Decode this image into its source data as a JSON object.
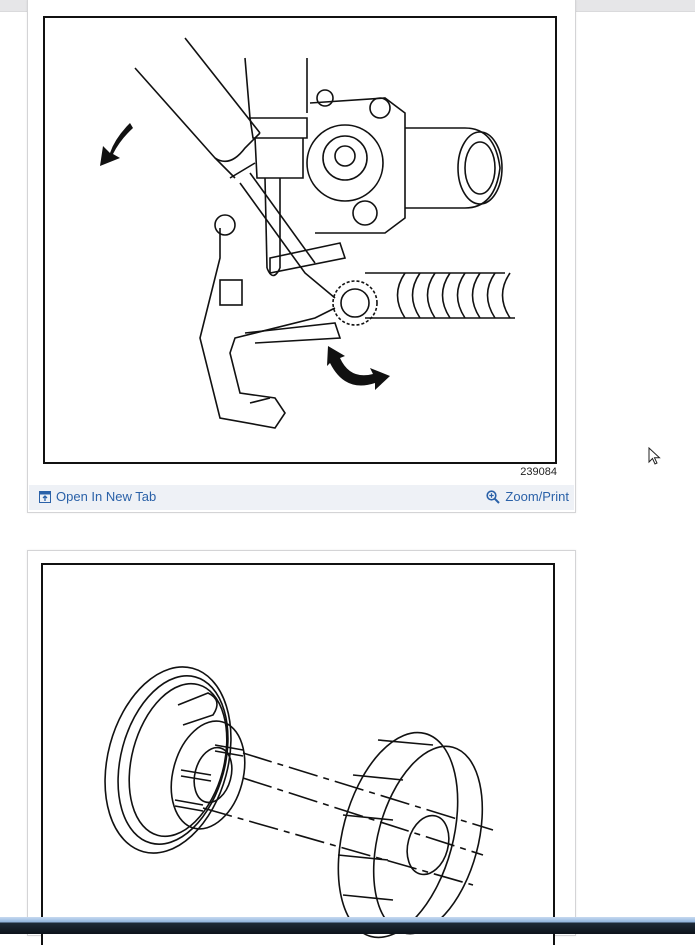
{
  "figures": [
    {
      "id_label": "239084",
      "description": "Adjusting brake shoe star wheel with screwdrivers",
      "actions": {
        "open_new_tab": "Open In New Tab",
        "zoom_print": "Zoom/Print"
      }
    },
    {
      "description": "Brake drum removal from backing plate and hub",
      "id_label": ""
    }
  ],
  "colors": {
    "link": "#2a61a8",
    "action_bar_bg": "#eef1f6",
    "taskbar": "#0c121a"
  },
  "icons": {
    "open_new_tab": "open-new-tab-icon",
    "zoom_print": "magnifier-plus-icon",
    "cursor": "mouse-pointer-icon"
  }
}
